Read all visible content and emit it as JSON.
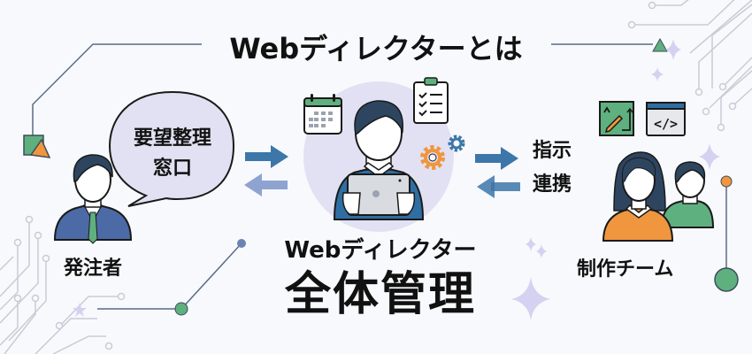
{
  "title": "Webディレクターとは",
  "client": {
    "bubble_line1": "要望整理",
    "bubble_line2": "窓口",
    "label": "発注者"
  },
  "director": {
    "subtitle": "Webディレクター",
    "main": "全体管理"
  },
  "team": {
    "action_line1": "指示",
    "action_line2": "連携",
    "label": "制作チーム"
  },
  "colors": {
    "background": "#f7f9fc",
    "arrow_dark": "#3d76a8",
    "arrow_light": "#8fa3d1",
    "circle_bg": "#e2e1f3",
    "shirt_blue": "#2f6ea3",
    "suit_blue": "#4b6aa6",
    "green": "#5fb07f",
    "orange": "#f0963f",
    "hair": "#2e4560",
    "sparkle": "#c9c8ec",
    "circuit": "#c8ccd6"
  },
  "icons": [
    "calendar-icon",
    "checklist-icon",
    "gears-icon",
    "design-edit-icon",
    "code-window-icon",
    "tablet-icon"
  ]
}
